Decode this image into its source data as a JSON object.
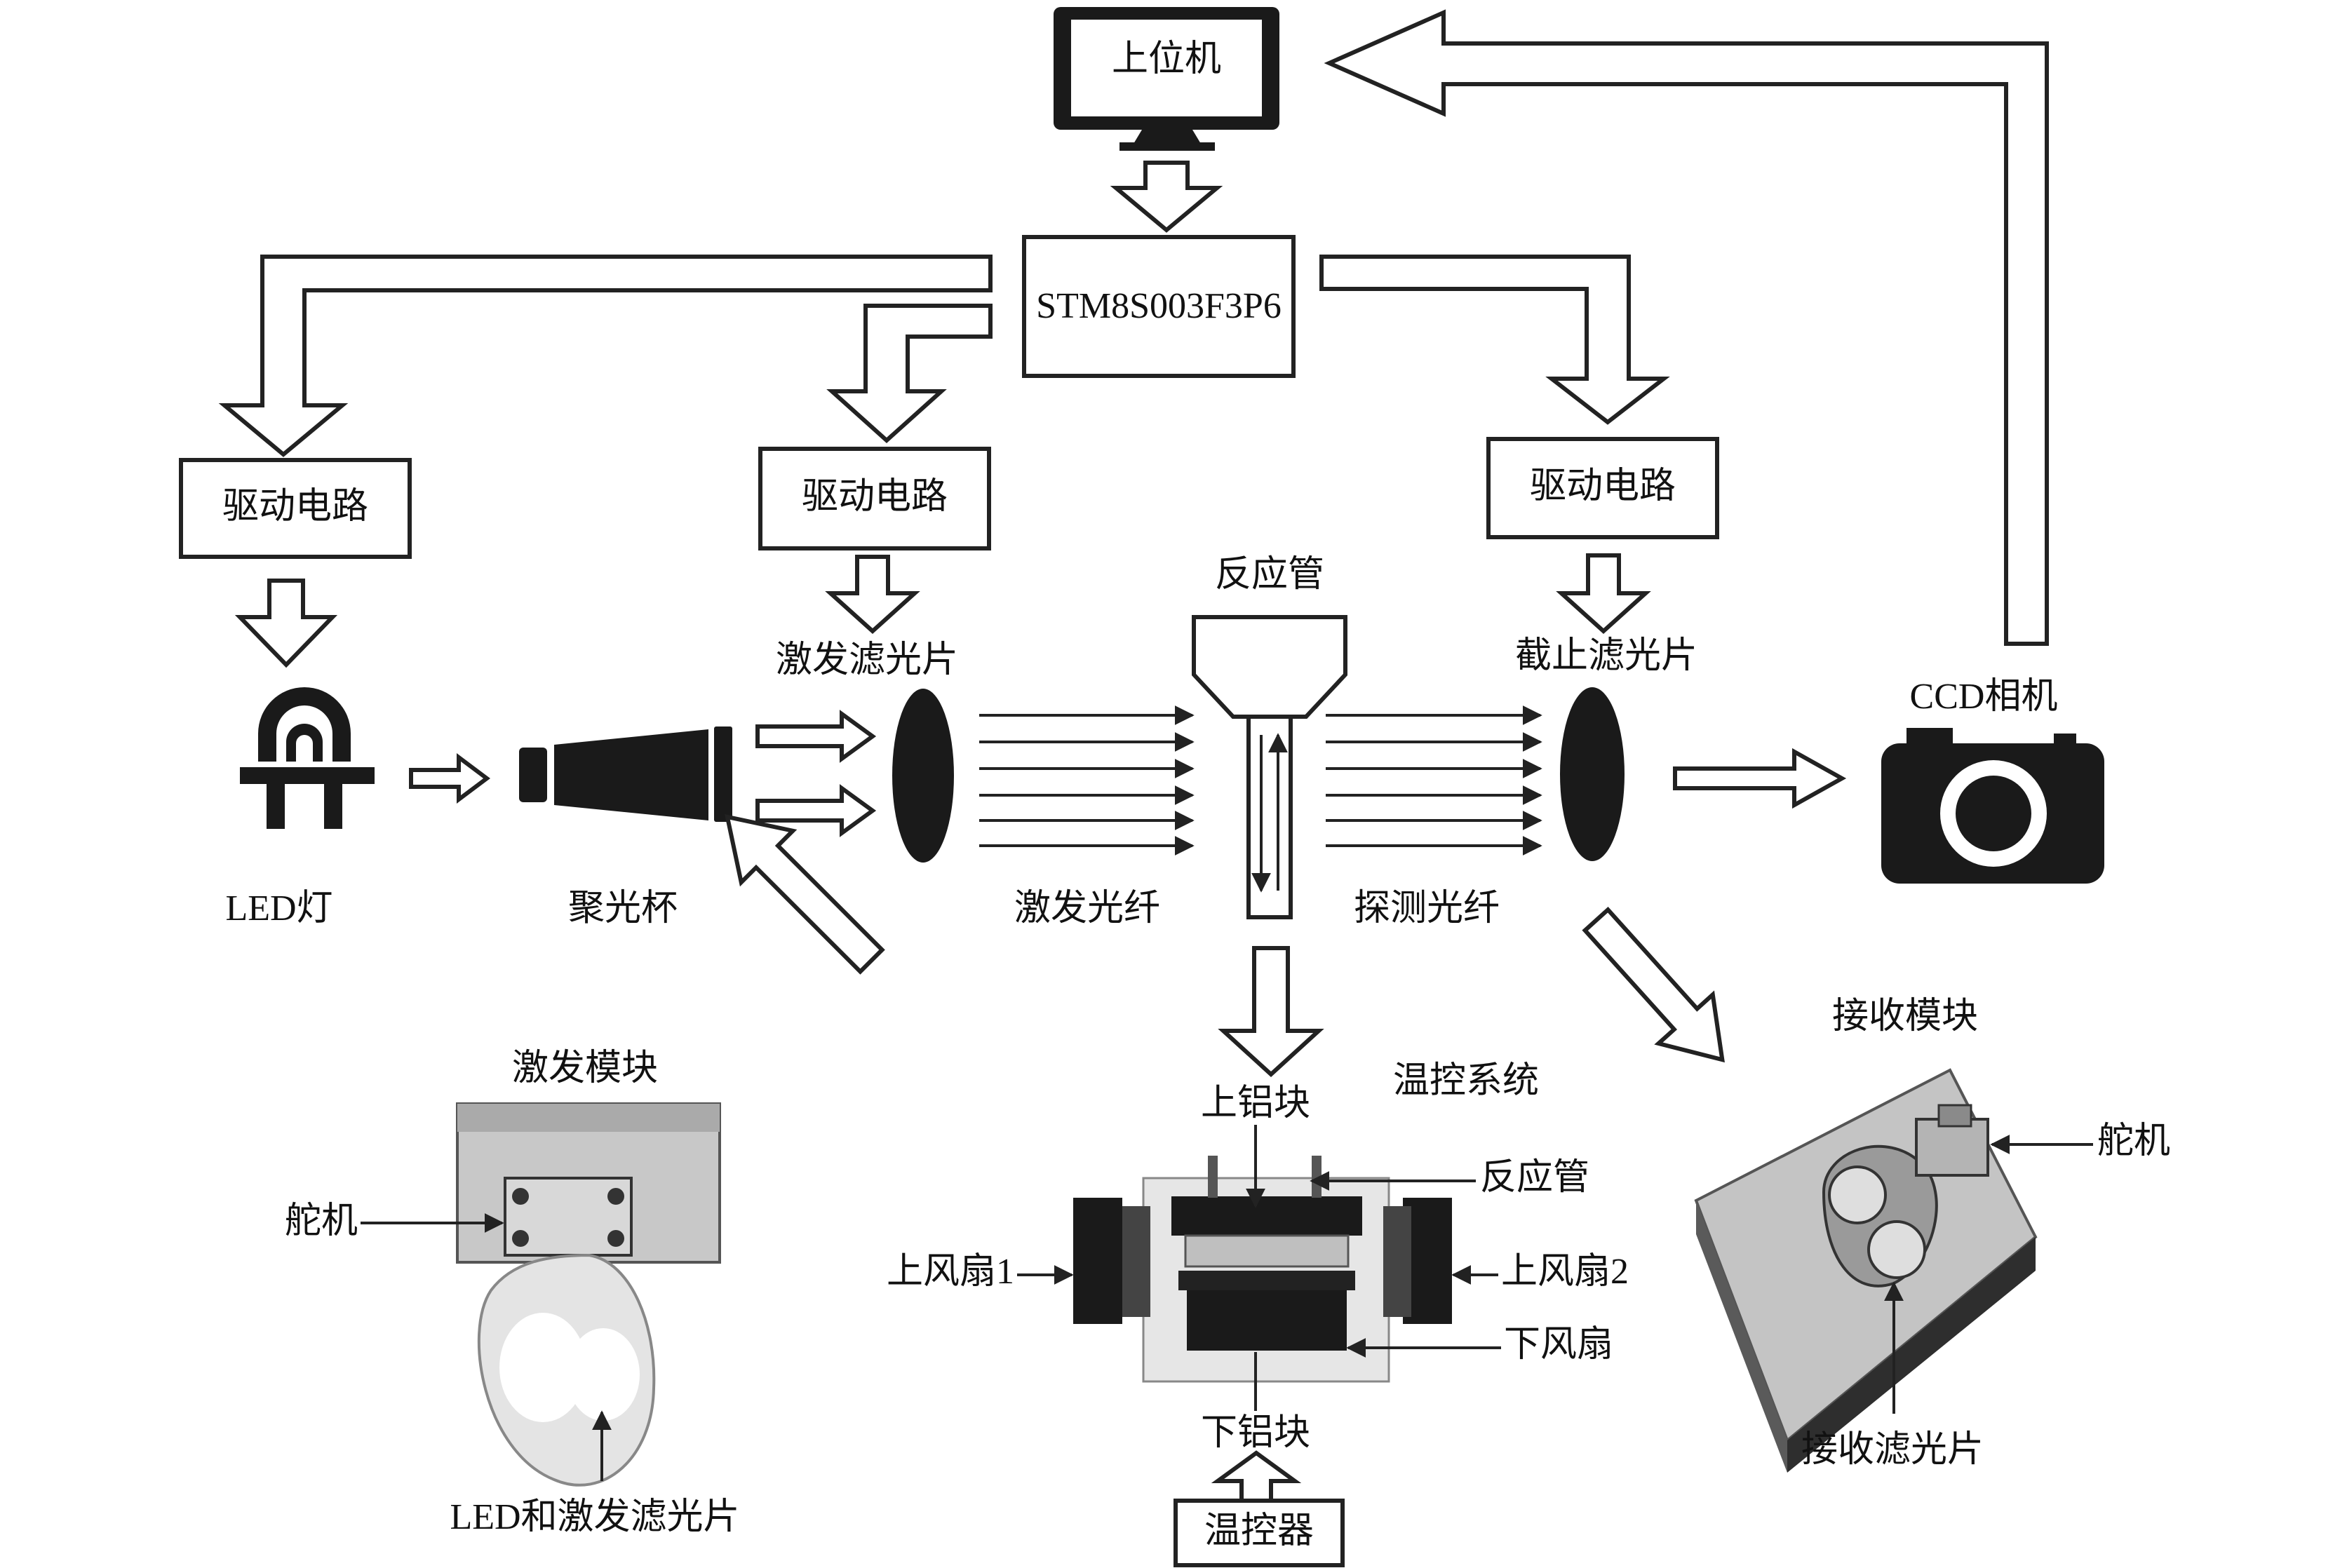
{
  "host_pc": "上位机",
  "mcu": "STM8S003F3P6",
  "drivers": [
    "驱动电路",
    "驱动电路",
    "驱动电路"
  ],
  "reaction_tube": "反应管",
  "excitation_filter": "激发滤光片",
  "cutoff_filter": "截止滤光片",
  "ccd_camera": "CCD相机",
  "led_lamp": "LED灯",
  "condenser_cup": "聚光杯",
  "excitation_fiber": "激发光纤",
  "detection_fiber": "探测光纤",
  "excitation_module": {
    "title": "激发模块",
    "servo": "舵机",
    "led_and_filter": "LED和激发滤光片"
  },
  "temp_system": {
    "title": "温控系统",
    "upper_block": "上铝块",
    "reaction_tube": "反应管",
    "upper_fan_1": "上风扇1",
    "upper_fan_2": "上风扇2",
    "lower_fan": "下风扇",
    "lower_block": "下铝块",
    "controller": "温控器"
  },
  "receive_module": {
    "title": "接收模块",
    "servo": "舵机",
    "receive_filter": "接收滤光片"
  },
  "colors": {
    "line": "#222222",
    "dark": "#1a1a1a",
    "metal": "#c8c8c8"
  }
}
